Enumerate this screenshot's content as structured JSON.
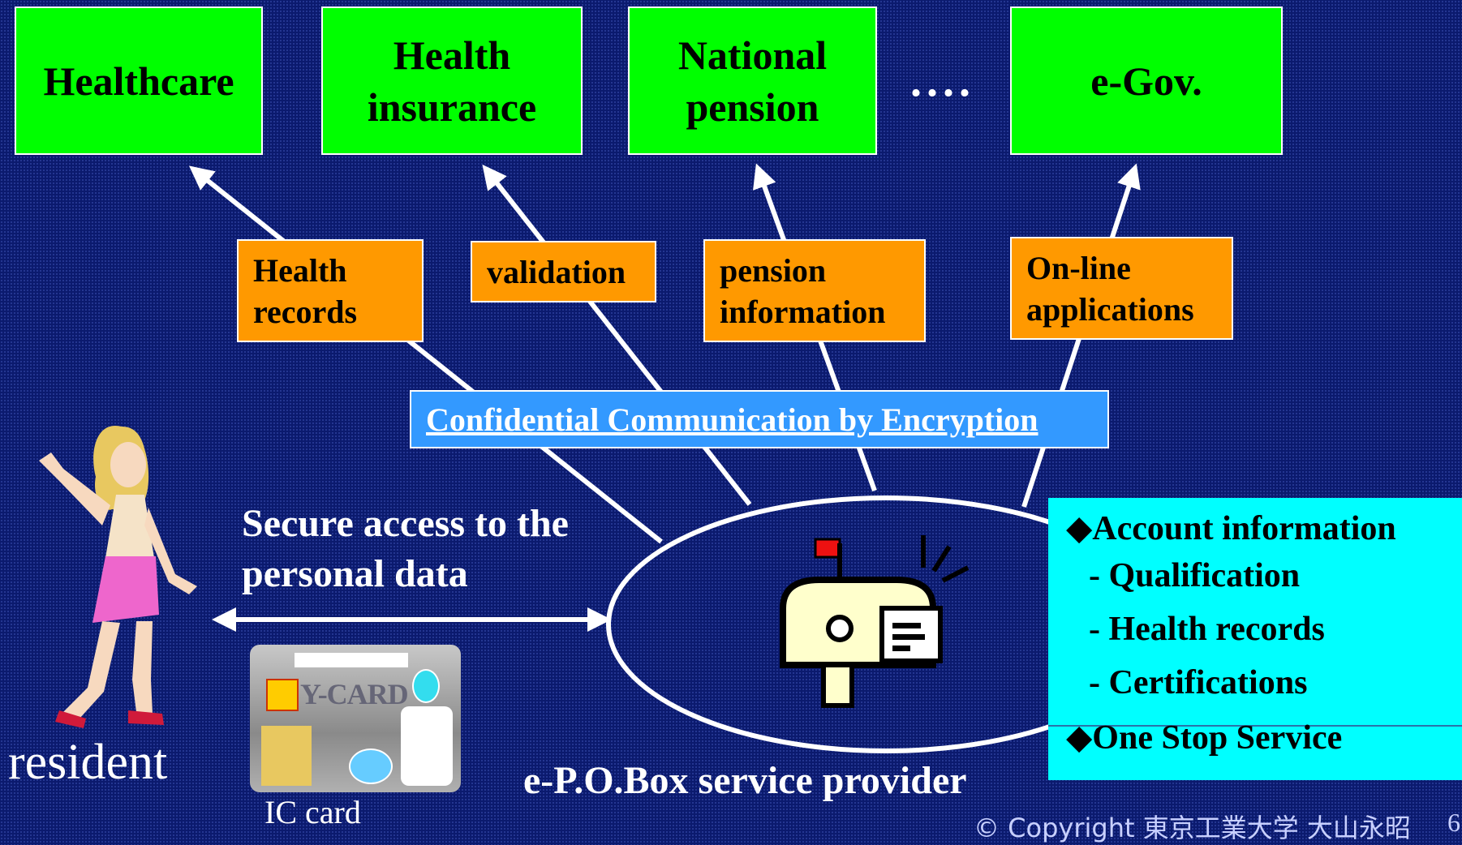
{
  "services": [
    {
      "label": "Healthcare"
    },
    {
      "label": "Health\ninsurance"
    },
    {
      "label": "National\npension"
    },
    {
      "label": "e-Gov."
    }
  ],
  "ellipsis": "....",
  "data_types": [
    {
      "label": "Health\nrecords"
    },
    {
      "label": "validation"
    },
    {
      "label": "pension\ninformation"
    },
    {
      "label": "On-line\napplications"
    }
  ],
  "encryption_label": "Confidential Communication by Encryption",
  "secure_access": "Secure access to the\npersonal data",
  "resident_label": "resident",
  "ic_card_label": "IC card",
  "provider_label": "e-P.O.Box service provider",
  "card_text": "Y-CARD",
  "account_panel": {
    "heading": "◆Account information",
    "items": [
      "- Qualification",
      "- Health records",
      "- Certifications"
    ],
    "footer": "◆One Stop Service"
  },
  "copyright": "© Copyright 東京工業大学 大山永昭",
  "page_number": "6",
  "colors": {
    "background": "#0b1a6e",
    "service_box": "#00ff00",
    "data_box": "#ff9900",
    "encryption_bar": "#3399ff",
    "account_panel": "#00ffff"
  }
}
